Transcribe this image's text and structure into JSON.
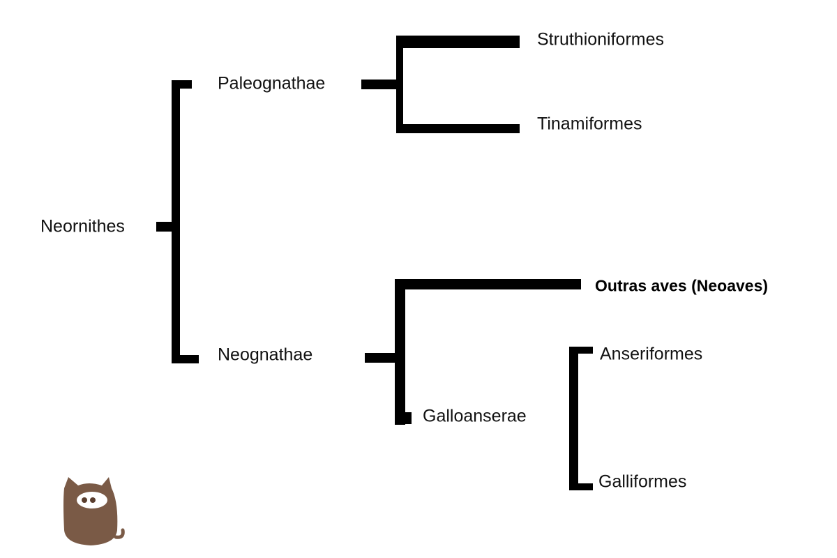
{
  "taxa": {
    "root": "Neornithes",
    "paleognathae": "Paleognathae",
    "struthioniformes": "Struthioniformes",
    "tinamiformes": "Tinamiformes",
    "neognathae": "Neognathae",
    "neoaves": "Outras aves (Neoaves)",
    "galloanserae": "Galloanserae",
    "anseriformes": "Anseriformes",
    "galliformes": "Galliformes"
  },
  "colors": {
    "lines": "#000000",
    "mascot": "#7a5a46"
  },
  "icons": {
    "mascot": "cat-mascot-icon"
  }
}
